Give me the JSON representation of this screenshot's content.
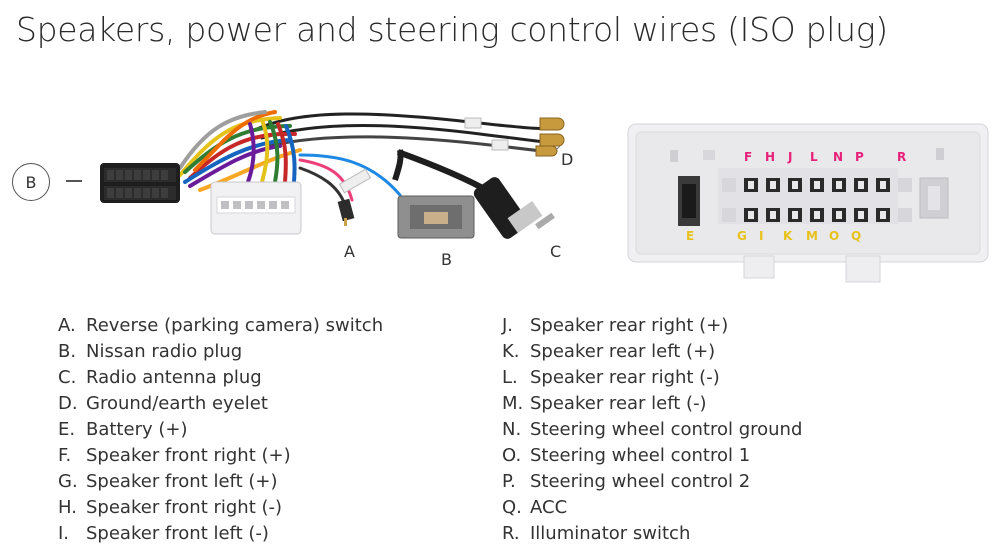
{
  "title": "Speakers, power and steering control wires (ISO plug)",
  "harness": {
    "badge": "B",
    "labels": {
      "a": "A",
      "b": "B",
      "c": "C",
      "d": "D"
    }
  },
  "connector": {
    "pins_top": [
      "F",
      "H",
      "J",
      "L",
      "N",
      "P",
      "R"
    ],
    "pins_bottom": [
      "E",
      "G",
      "I",
      "K",
      "M",
      "O",
      "Q"
    ],
    "colors": {
      "top": "#e8207a",
      "bottom": "#e8c21a"
    }
  },
  "legend_left": [
    {
      "letter": "A.",
      "text": "Reverse (parking camera) switch"
    },
    {
      "letter": "B.",
      "text": "Nissan radio plug"
    },
    {
      "letter": "C.",
      "text": "Radio antenna plug"
    },
    {
      "letter": "D.",
      "text": "Ground/earth eyelet"
    },
    {
      "letter": "E.",
      "text": "Battery (+)"
    },
    {
      "letter": "F.",
      "text": "Speaker front right (+)"
    },
    {
      "letter": "G.",
      "text": "Speaker front left (+)"
    },
    {
      "letter": "H.",
      "text": "Speaker front right (-)"
    },
    {
      "letter": "I.",
      "text": "Speaker front left (-)"
    }
  ],
  "legend_right": [
    {
      "letter": "J.",
      "text": "Speaker rear right (+)"
    },
    {
      "letter": "K.",
      "text": "Speaker rear left (+)"
    },
    {
      "letter": "L.",
      "text": "Speaker rear right (-)"
    },
    {
      "letter": "M.",
      "text": "Speaker rear left (-)"
    },
    {
      "letter": "N.",
      "text": "Steering wheel control ground"
    },
    {
      "letter": "O.",
      "text": "Steering wheel control 1"
    },
    {
      "letter": "P.",
      "text": "Steering wheel control 2"
    },
    {
      "letter": "Q.",
      "text": "ACC"
    },
    {
      "letter": "R.",
      "text": "Illuminator switch"
    }
  ]
}
